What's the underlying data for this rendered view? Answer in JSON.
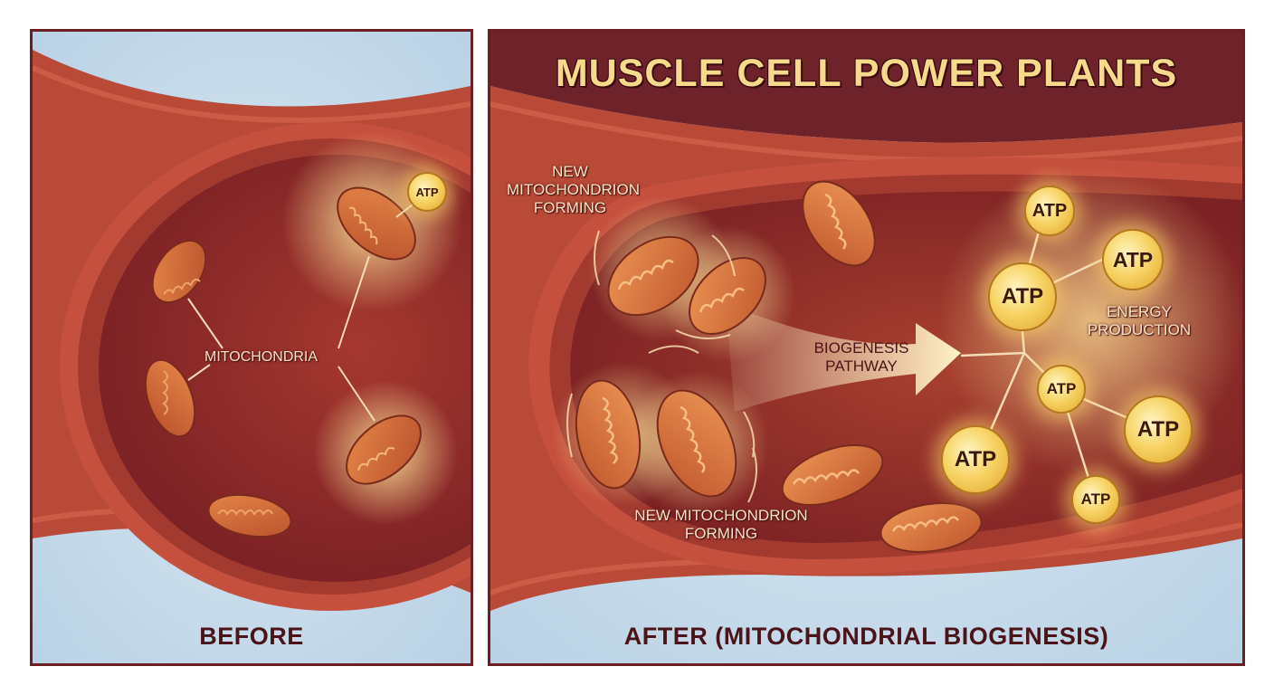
{
  "title": "MUSCLE CELL POWER PLANTS",
  "before": {
    "caption": "BEFORE",
    "mitochondria_label": "MITOCHONDRIA",
    "atp_label": "ATP"
  },
  "after": {
    "caption": "AFTER (MITOCHONDRIAL BIOGENESIS)",
    "new_mito_top_line1": "NEW",
    "new_mito_top_line2": "MITOCHONDRION",
    "new_mito_top_line3": "FORMING",
    "new_mito_bottom_line1": "NEW MITOCHONDRION",
    "new_mito_bottom_line2": "FORMING",
    "pathway_line1": "BIOGENESIS",
    "pathway_line2": "PATHWAY",
    "energy_line1": "ENERGY",
    "energy_line2": "PRODUCTION",
    "atp_labels": [
      "ATP",
      "ATP",
      "ATP",
      "ATP",
      "ATP",
      "ATP",
      "ATP"
    ]
  },
  "colors": {
    "border": "#6b1f22",
    "cell_interior": "#8e2a28",
    "membrane": "#c4483a",
    "mitochondrion": "#d9733a",
    "atp_glow": "#f7d466",
    "background_blue": "#c5dbea"
  }
}
